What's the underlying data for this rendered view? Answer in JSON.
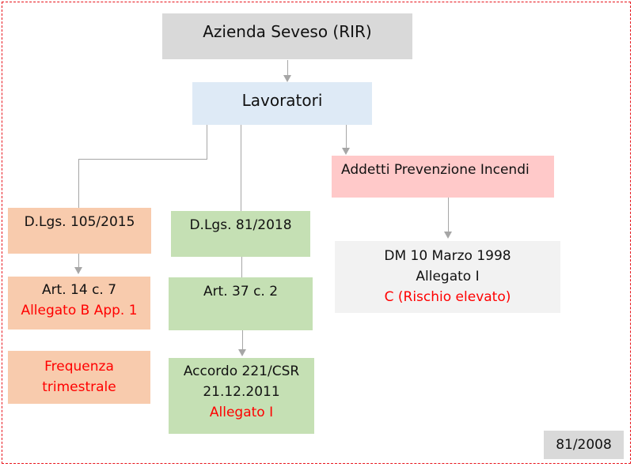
{
  "diagram": {
    "root": {
      "label": "Azienda Seveso (RIR)",
      "color": "#d9d9d9"
    },
    "workers": {
      "label": "Lavoratori",
      "color": "#deeaf6"
    },
    "fire": {
      "title": {
        "label": "Addetti Prevenzione Incendi",
        "color": "#ffc9c9"
      },
      "detail": {
        "line1": "DM 10 Marzo 1998",
        "line2": "Allegato I",
        "line3": "C (Rischio elevato)",
        "color": "#f2f2f2"
      }
    },
    "seveso_branch": {
      "law": {
        "label": "D.Lgs. 105/2015",
        "color": "#f8cbad"
      },
      "article": {
        "line1": "Art. 14 c. 7",
        "line2": "Allegato B App. 1"
      },
      "frequency": {
        "line1": "Frequenza",
        "line2": "trimestrale"
      }
    },
    "safety_branch": {
      "law": {
        "label": "D.Lgs. 81/2018",
        "color": "#c5e0b4"
      },
      "article": {
        "label": "Art. 37 c. 2"
      },
      "agreement": {
        "line1": "Accordo 221/CSR",
        "line2": "21.12.2011",
        "line3": "Allegato I"
      }
    },
    "footer_badge": {
      "label": "81/2008",
      "color": "#d9d9d9"
    },
    "colors": {
      "connector": "#a6a6a6",
      "frame_border": "#e8141b",
      "highlight_text": "#ff0000"
    }
  }
}
